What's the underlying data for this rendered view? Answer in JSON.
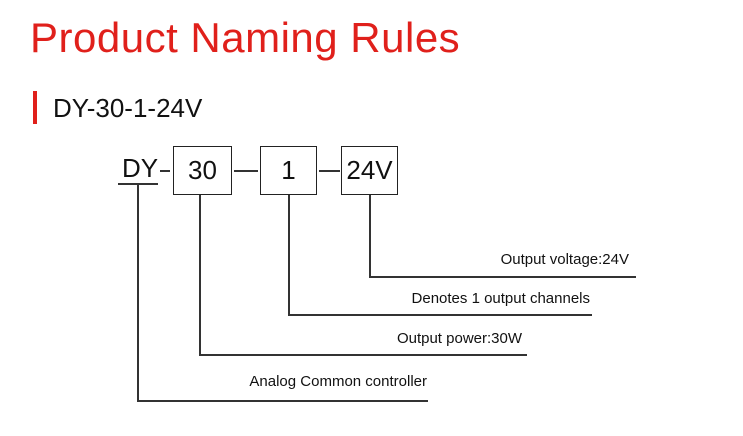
{
  "heading": "Product Naming Rules",
  "model_code": "DY-30-1-24V",
  "colors": {
    "accent": "#e0201b",
    "text": "#111111",
    "lines": "#333333"
  },
  "diagram": {
    "prefix": "DY",
    "segments": [
      "30",
      "1",
      "24V"
    ],
    "labels": {
      "voltage": "Output voltage:24V",
      "channels": "Denotes 1 output channels",
      "power": "Output power:30W",
      "controller": "Analog Common controller"
    }
  }
}
